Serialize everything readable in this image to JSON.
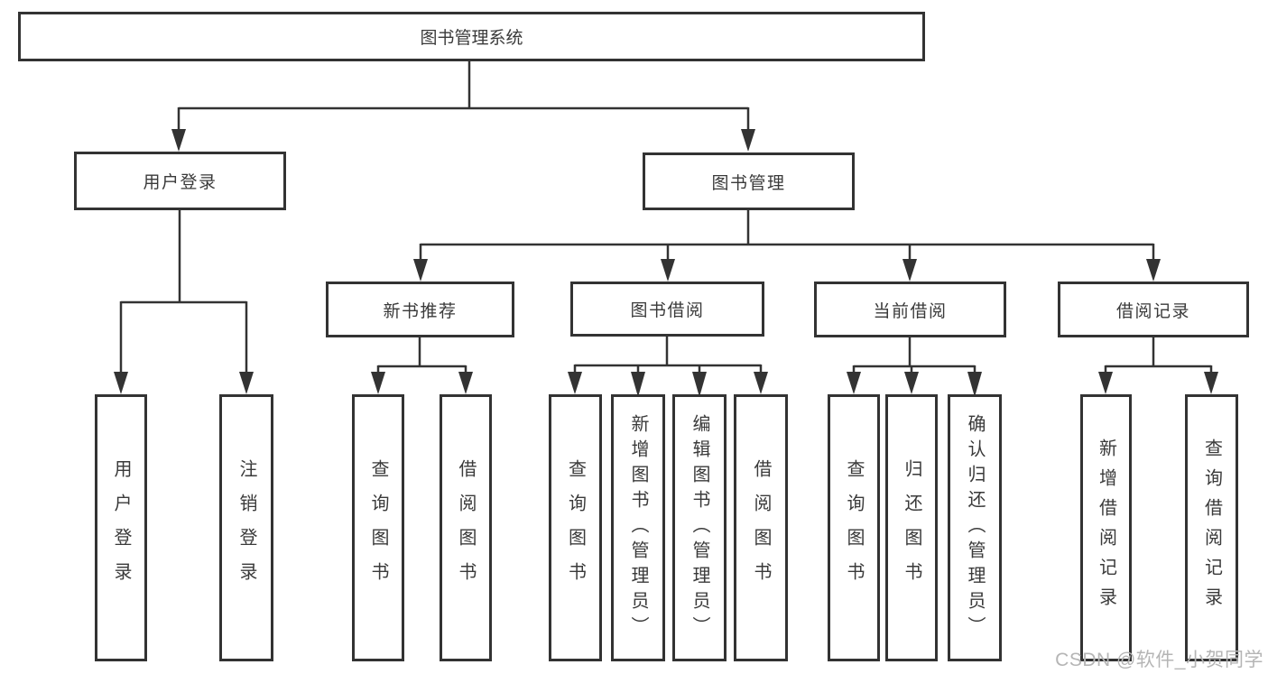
{
  "root": {
    "label": "图书管理系统"
  },
  "level2": [
    {
      "label": "用户登录"
    },
    {
      "label": "图书管理"
    }
  ],
  "level3": [
    {
      "label": "新书推荐"
    },
    {
      "label": "图书借阅"
    },
    {
      "label": "当前借阅"
    },
    {
      "label": "借阅记录"
    }
  ],
  "leaves": [
    {
      "label": "用户登录"
    },
    {
      "label": "注销登录"
    },
    {
      "label": "查询图书"
    },
    {
      "label": "借阅图书"
    },
    {
      "label": "查询图书"
    },
    {
      "label": "新增图书（管理员）"
    },
    {
      "label": "编辑图书（管理员）"
    },
    {
      "label": "借阅图书"
    },
    {
      "label": "查询图书"
    },
    {
      "label": "归还图书"
    },
    {
      "label": "确认归还（管理员）"
    },
    {
      "label": "新增借阅记录"
    },
    {
      "label": "查询借阅记录"
    }
  ],
  "watermark": "CSDN @软件_小贺同学",
  "colors": {
    "line": "#333333",
    "text": "#3a3a3a",
    "watermark": "#b5b5b5"
  }
}
